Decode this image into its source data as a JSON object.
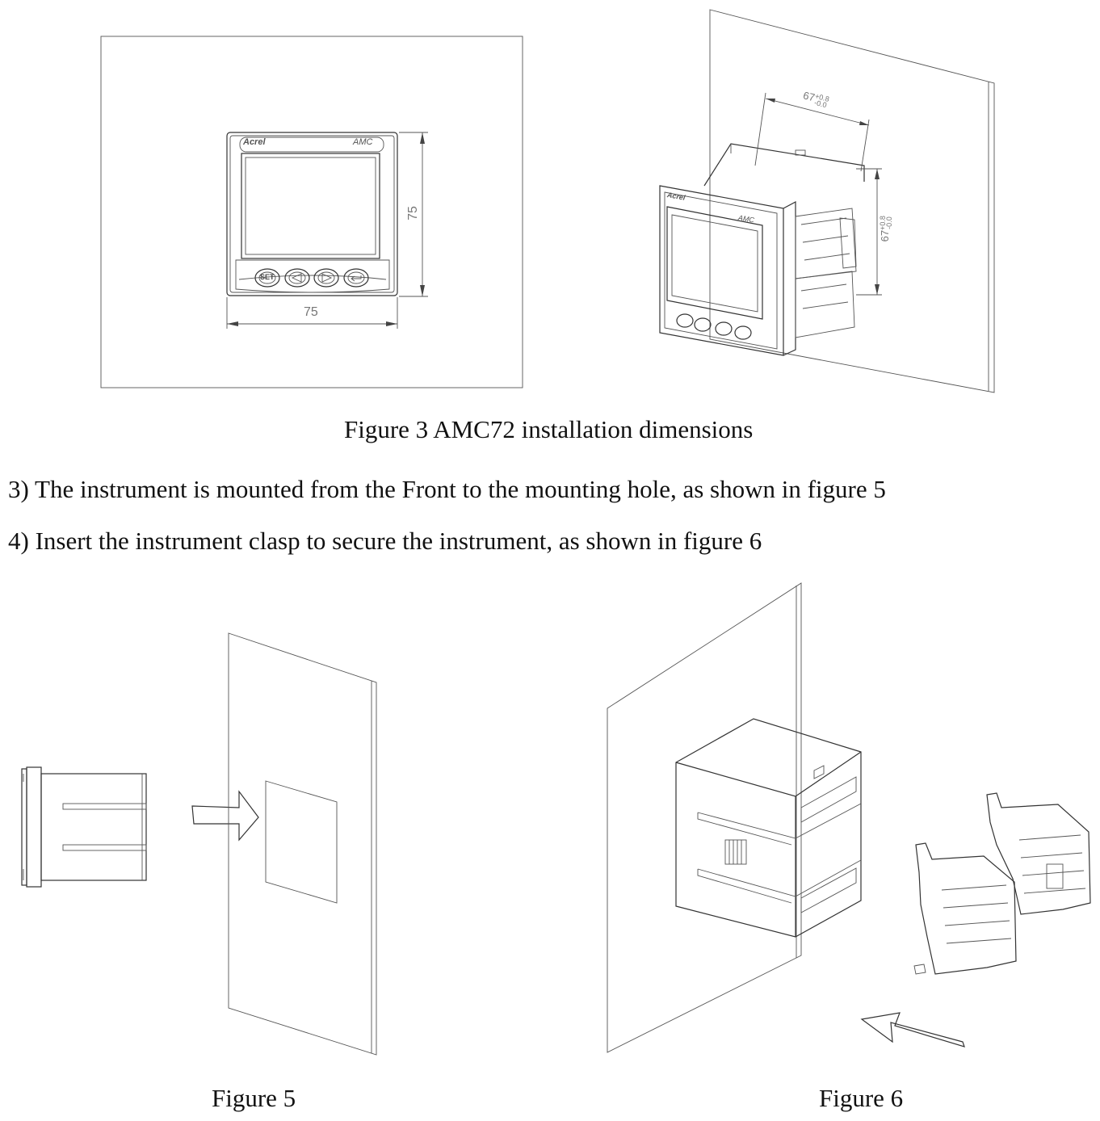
{
  "figure3": {
    "caption": "Figure 3 AMC72 installation dimensions",
    "front_view": {
      "brand": "Acrel",
      "model": "AMC",
      "buttons": [
        "SET",
        "◁",
        "▷",
        "↵"
      ],
      "dim_width": "75",
      "dim_height": "75"
    },
    "side_view": {
      "brand": "Acrel",
      "model": "AMC",
      "cutout_width_base": "67",
      "cutout_width_tol_upper": "+0.8",
      "cutout_width_tol_lower": "-0.0",
      "cutout_height_base": "67",
      "cutout_height_tol_upper": "+0.8",
      "cutout_height_tol_lower": "-0.0"
    }
  },
  "steps": [
    "3) The instrument is mounted from the Front to the mounting hole, as shown in figure 5",
    "4) Insert the instrument clasp to secure the instrument, as shown in figure 6"
  ],
  "figure5": {
    "caption": "Figure 5"
  },
  "figure6": {
    "caption": "Figure 6"
  }
}
